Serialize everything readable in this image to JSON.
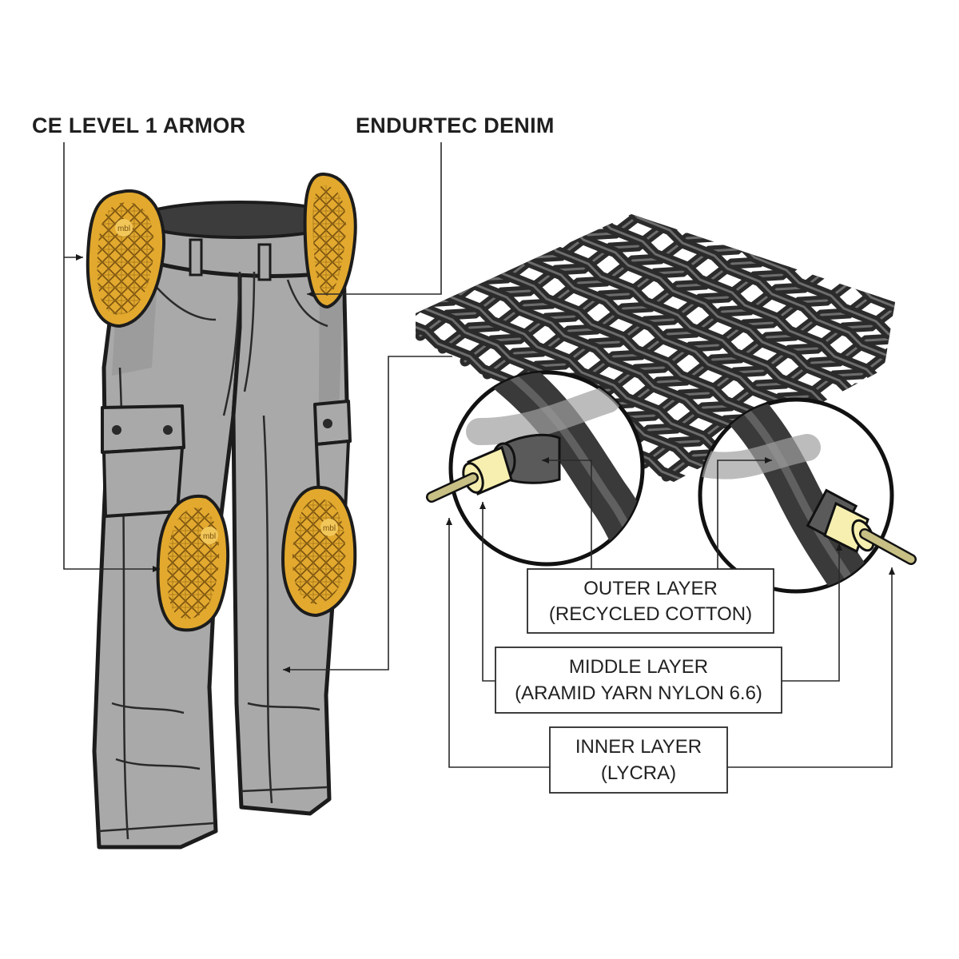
{
  "callouts": {
    "armor": "CE LEVEL 1 ARMOR",
    "denim": "ENDURTEC DENIM"
  },
  "pad_logo": "mbl",
  "layers": [
    {
      "line1": "OUTER LAYER",
      "line2": "(RECYCLED COTTON)"
    },
    {
      "line1": "MIDDLE LAYER",
      "line2": "(ARAMID YARN NYLON 6.6)"
    },
    {
      "line1": "INNER LAYER",
      "line2": "(LYCRA)"
    }
  ],
  "colors": {
    "armor_pad": "#e2a92e",
    "pants": "#a9a9a9",
    "fabric": "#2b2b2b",
    "outer_layer": "#5a5a5a",
    "middle_layer": "#f6efb0",
    "inner_layer": "#c7bf84"
  }
}
